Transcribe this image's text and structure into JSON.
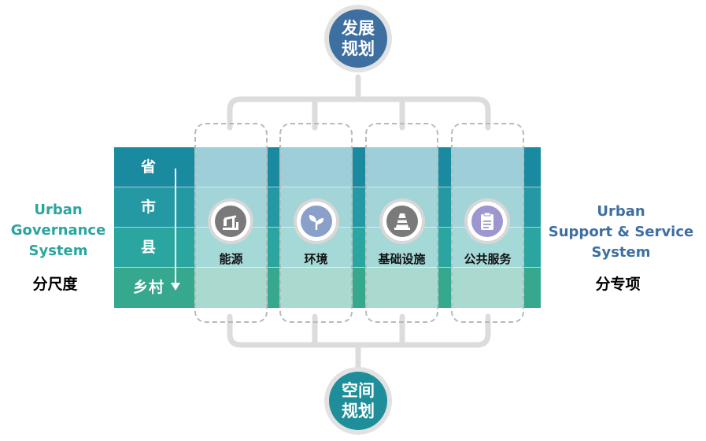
{
  "top_node": {
    "line1": "发展",
    "line2": "规划",
    "color": "#3d6fa1"
  },
  "bottom_node": {
    "line1": "空间",
    "line2": "规划",
    "color": "#1e8e9a"
  },
  "levels": [
    "省",
    "市",
    "县",
    "乡村"
  ],
  "level_colors": [
    "#1a8aa0",
    "#2499a3",
    "#2aa59f",
    "#36a88e"
  ],
  "columns": [
    {
      "label": "能源",
      "icon": "oil-pump-icon",
      "icon_color": "#7a7a7a"
    },
    {
      "label": "环境",
      "icon": "sprout-icon",
      "icon_color": "#8a9fc9"
    },
    {
      "label": "基础设施",
      "icon": "traffic-cone-icon",
      "icon_color": "#7a7a7a"
    },
    {
      "label": "公共服务",
      "icon": "clipboard-icon",
      "icon_color": "#9d96cf"
    }
  ],
  "left": {
    "title_lines": [
      "Urban",
      "Governance",
      "System"
    ],
    "subtitle": "分尺度",
    "color": "#2aa59f"
  },
  "right": {
    "title_lines": [
      "Urban",
      "Support & Service",
      "System"
    ],
    "subtitle": "分专项",
    "color": "#3d6fa1"
  }
}
